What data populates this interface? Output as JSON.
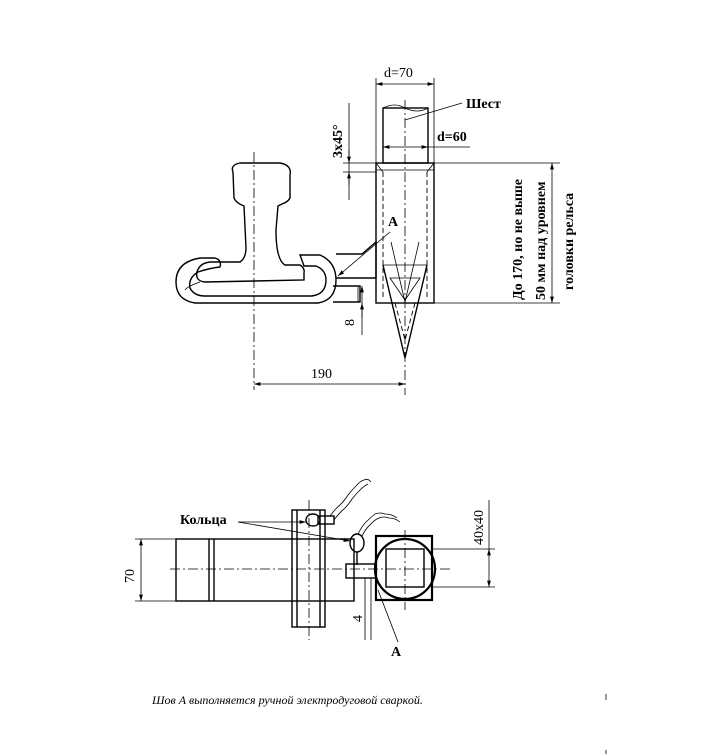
{
  "labels": {
    "pole": "Шест",
    "d70": "d=70",
    "d60": "d=60",
    "chamfer": "3x45°",
    "weld_a_top": "A",
    "dim_8": "8",
    "dim_190": "190",
    "height_note_1": "До 170, но не выше",
    "height_note_2": "50 мм над уровнем",
    "height_note_3": "головки рельса",
    "rings": "Кольца",
    "dim_70": "70",
    "dim_40x40": "40x40",
    "dim_4": "4",
    "weld_a_bottom": "A",
    "footnote": "Шов А выполняется ручной электродуговой сваркой."
  }
}
